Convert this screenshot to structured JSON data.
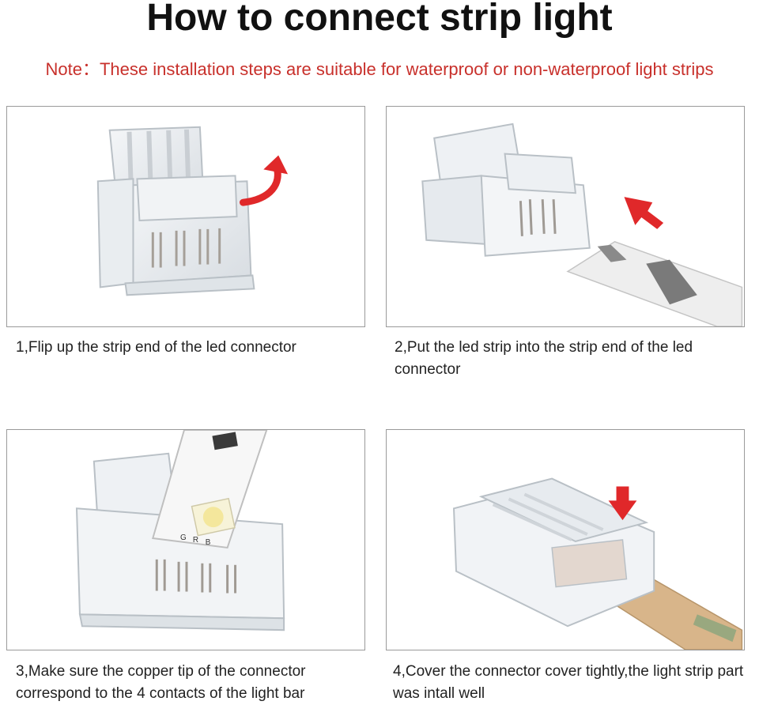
{
  "title": "How to connect strip light",
  "note": "Note：These installation steps are suitable for waterproof or non-waterproof light strips",
  "steps": [
    {
      "caption": "1,Flip up the strip end of the led connector",
      "arrow_icon": "curved-arrow-icon"
    },
    {
      "caption": "2,Put the led strip into the strip end of the led connector",
      "arrow_icon": "arrow-icon"
    },
    {
      "caption": "3,Make sure the copper tip of the connector correspond to the 4 contacts of the light bar",
      "strip_labels": [
        "G",
        "R",
        "B"
      ]
    },
    {
      "caption": "4,Cover the connector cover tightly,the light strip part was intall well",
      "arrow_icon": "arrow-down-icon"
    }
  ],
  "colors": {
    "note": "#c8302b",
    "arrow": "#e0282a",
    "tape": "#d8b58a"
  }
}
